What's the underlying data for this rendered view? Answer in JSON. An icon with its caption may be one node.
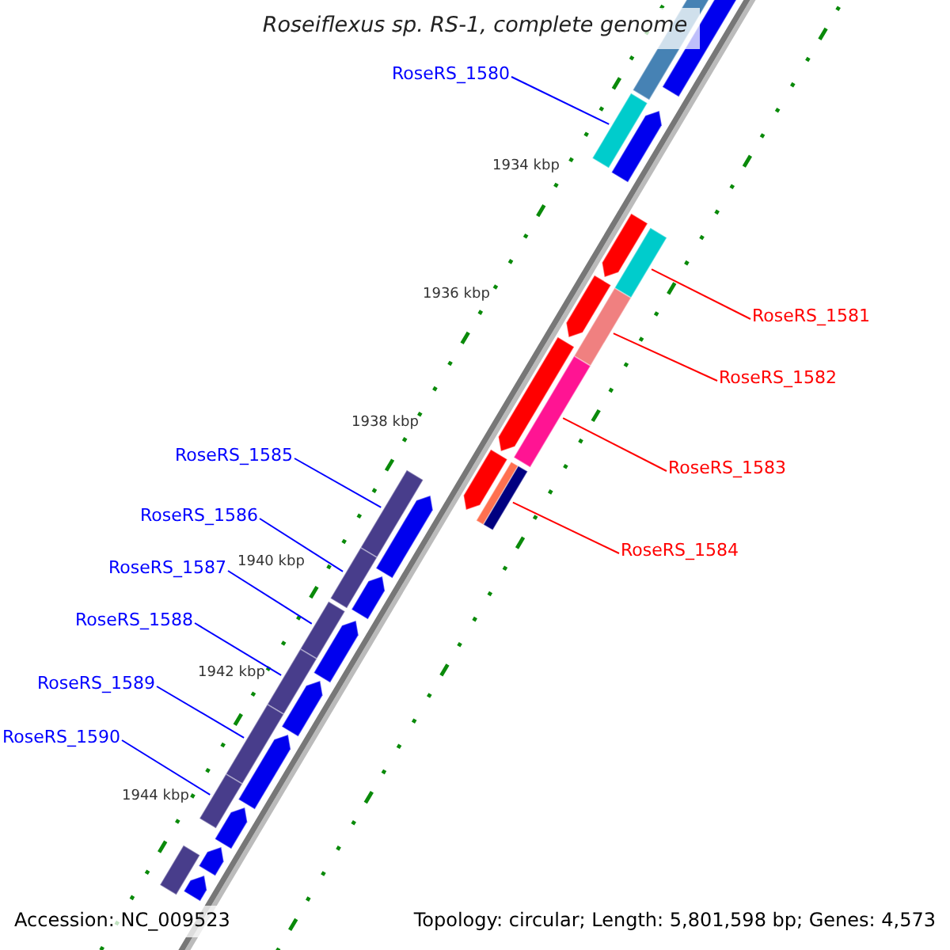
{
  "diagram": {
    "title": "Roseiflexus sp. RS-1, complete genome",
    "nodes": [
      {
        "text": [
          "RoseRS_1580"
        ]
      },
      {
        "text": [],
        "shape": "bar"
      },
      {
        "text": [
          "RoseRS_1581"
        ]
      },
      {
        "text": [],
        "shape": "bar"
      },
      {
        "text": [
          "RoseRS_1582"
        ]
      },
      {
        "text": [],
        "shape": "bar"
      },
      {
        "text": [
          "RoseRS_1583"
        ]
      },
      {
        "text": [],
        "shape": "bar"
      },
      {
        "text": [
          "RoseRS_1584"
        ]
      },
      {
        "text": [],
        "shape": "bar"
      },
      {
        "text": [
          "RoseRS_1585"
        ]
      },
      {
        "text": [],
        "shape": "bar"
      },
      {
        "text": [
          "RoseRS_1586"
        ]
      },
      {
        "text": [],
        "shape": "bar"
      },
      {
        "text": [
          "RoseRS_1587"
        ]
      },
      {
        "text": [],
        "shape": "bar"
      },
      {
        "text": [
          "RoseRS_1588"
        ]
      },
      {
        "text": [],
        "shape": "bar"
      },
      {
        "text": [
          "RoseRS_1589"
        ]
      },
      {
        "text": [],
        "shape": "bar"
      },
      {
        "text": [
          "RoseRS_1590"
        ]
      },
      {
        "text": [],
        "shape": "bar"
      },
      {
        "text": [],
        "shape": "bar"
      },
      {
        "text": [],
        "shape": "bar"
      },
      {
        "text": [],
        "shape": "bar"
      },
      {
        "text": [],
        "shape": "bar"
      },
      {
        "text": [],
        "shape": "bar"
      },
      {
        "text": [],
        "shape": "bar"
      },
      {
        "text": [],
        "shape": "bar"
      },
      {
        "text": [],
        "shape": "bar"
      },
      {
        "text": [],
        "shape": "bar"
      },
      {
        "text": [],
        "shape": "bar"
      },
      {
        "text": [],
        "shape": "bar"
      },
      {
        "text": [],
        "shape": "bar"
      },
      {
        "text": [],
        "shape": "bar"
      },
      {
        "text": [],
        "shape": "bar"
      },
      {
        "text": [],
        "shape": "bar"
      },
      {
        "text": [],
        "shape": "bar"
      },
      {
        "text": [],
        "shape": "bar"
      }
    ],
    "edges": [
      {
        "from": 0,
        "to": 1,
        "arrow": "none"
      },
      {
        "from": 2,
        "to": 3,
        "arrow": "none",
        "color": "#ff0000"
      },
      {
        "from": 4,
        "to": 5,
        "arrow": "none",
        "color": "#ff0000"
      },
      {
        "from": 6,
        "to": 7,
        "arrow": "none",
        "color": "#ff0000"
      },
      {
        "from": 8,
        "to": 9,
        "arrow": "none",
        "color": "#ff0000"
      },
      {
        "from": 10,
        "to": 11,
        "arrow": "none"
      },
      {
        "from": 12,
        "to": 13,
        "arrow": "none"
      },
      {
        "from": 14,
        "to": 15,
        "arrow": "none"
      },
      {
        "from": 16,
        "to": 17,
        "arrow": "none"
      },
      {
        "from": 18,
        "to": 19,
        "arrow": "none"
      },
      {
        "from": 20,
        "to": 21,
        "arrow": "none"
      }
    ],
    "labels": [
      "1934 kbp",
      "1936 kbp",
      "1938 kbp",
      "1940 kbp",
      "1942 kbp",
      "1944 kbp",
      "Accession: NC_009523",
      "Topology: circular; Length: 5,801,598 bp; Genes: 4,573"
    ]
  }
}
